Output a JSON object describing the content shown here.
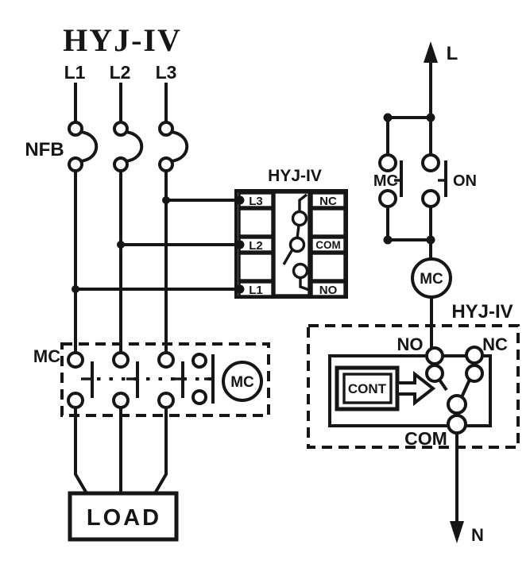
{
  "diagram": {
    "title": "HYJ-IV",
    "colors": {
      "ink": "#161616",
      "paper": "#ffffff"
    },
    "power": {
      "phases": [
        "L1",
        "L2",
        "L3"
      ],
      "breaker_label": "NFB",
      "contactor_label": "MC",
      "contactor_coil_label": "MC",
      "load_label": "LOAD",
      "relay_block": {
        "title": "HYJ-IV",
        "left_terminals": [
          "L3",
          "L2",
          "L1"
        ],
        "right_terminals": [
          "NC",
          "COM",
          "NO"
        ]
      }
    },
    "control": {
      "line_label": "L",
      "neutral_label": "N",
      "holding_contact_label": "MC",
      "start_button_label": "ON",
      "coil_label": "MC",
      "relay_box": {
        "title": "HYJ-IV",
        "no_label": "NO",
        "nc_label": "NC",
        "com_label": "COM",
        "controller_label": "CONT"
      }
    }
  }
}
